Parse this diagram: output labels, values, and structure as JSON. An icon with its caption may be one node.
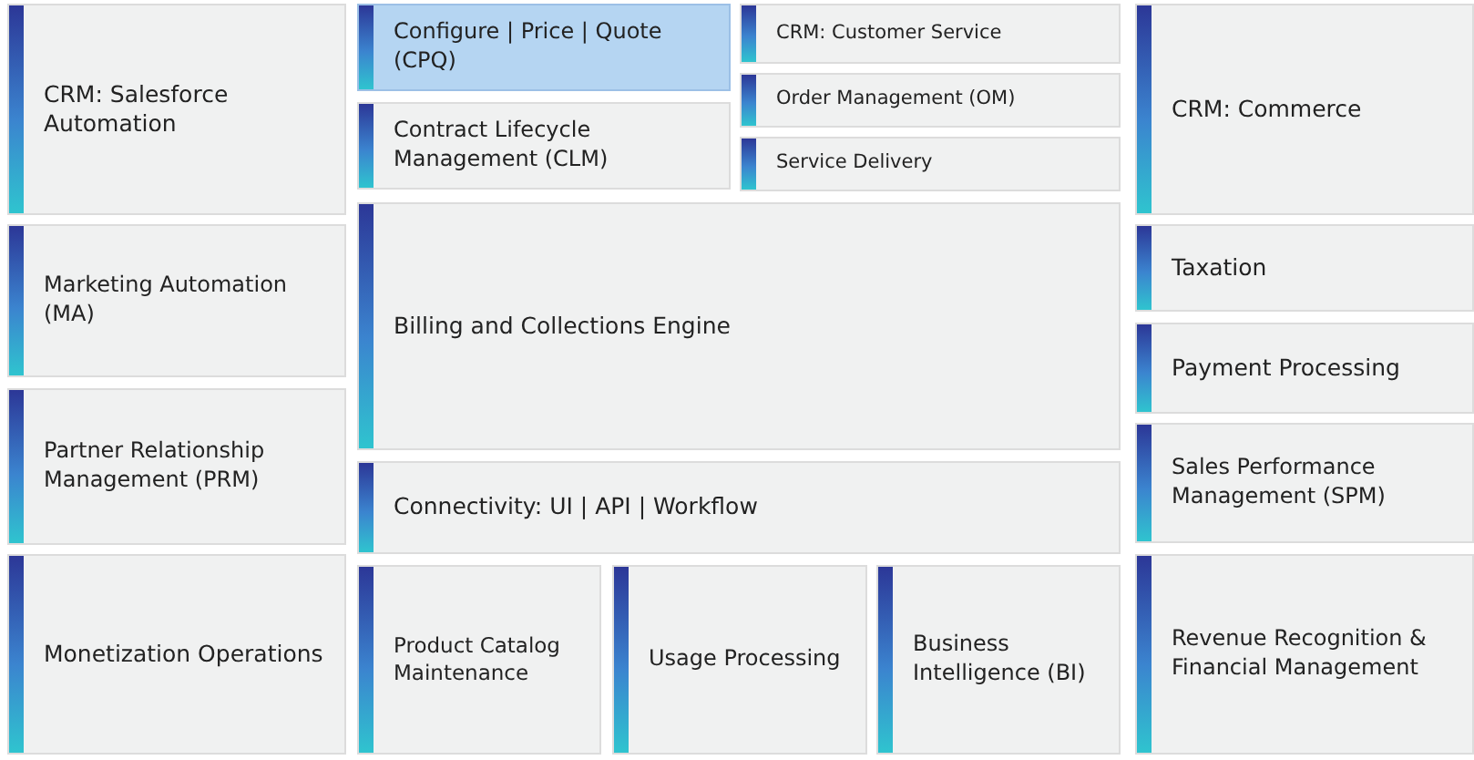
{
  "diagram": {
    "nodes": [
      {
        "text": [
          "CRM: Salesforce Automation"
        ]
      },
      {
        "text": [
          "Configure | Price | Quote (CPQ)"
        ]
      },
      {
        "text": [
          "Contract Lifecycle Management (CLM)"
        ]
      },
      {
        "text": [
          "CRM: Customer Service"
        ]
      },
      {
        "text": [
          "Order Management (OM)"
        ]
      },
      {
        "text": [
          "Service Delivery"
        ]
      },
      {
        "text": [
          "CRM: Commerce"
        ]
      },
      {
        "text": [
          "Marketing Automation (MA)"
        ]
      },
      {
        "text": [
          "Billing and Collections Engine"
        ]
      },
      {
        "text": [
          "Taxation"
        ]
      },
      {
        "text": [
          "Payment Processing"
        ]
      },
      {
        "text": [
          "Partner Relationship Management (PRM)"
        ]
      },
      {
        "text": [
          "Connectivity: UI | API | Workflow"
        ]
      },
      {
        "text": [
          "Sales Performance Management (SPM)"
        ]
      },
      {
        "text": [
          "Monetization Operations"
        ]
      },
      {
        "text": [
          "Product Catalog Maintenance"
        ]
      },
      {
        "text": [
          "Usage Processing"
        ]
      },
      {
        "text": [
          "Business Intelligence (BI)"
        ]
      },
      {
        "text": [
          "Revenue Recognition & Financial Management"
        ]
      }
    ]
  }
}
